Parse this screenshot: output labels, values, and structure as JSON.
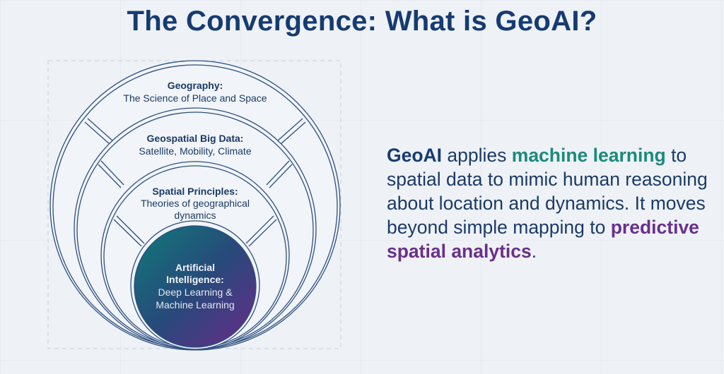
{
  "title": "The Convergence: What is GeoAI?",
  "diagram": {
    "rings": [
      {
        "heading": "Geography:",
        "subtitle": "The Science of Place and Space"
      },
      {
        "heading": "Geospatial Big Data:",
        "subtitle": "Satellite, Mobility, Climate"
      },
      {
        "heading": "Spatial Principles:",
        "subtitle_line1": "Theories of geographical",
        "subtitle_line2": "dynamics"
      }
    ],
    "core": {
      "heading_line1": "Artificial",
      "heading_line2": "Intelligence:",
      "subtitle_line1": "Deep Learning &",
      "subtitle_line2": "Machine Learning"
    }
  },
  "description": {
    "part1": "GeoAI",
    "part2": " applies ",
    "part3": "machine learning",
    "part4": " to spatial data to mimic human reasoning about location and dynamics. It moves beyond simple mapping to ",
    "part5": "predictive spatial analytics",
    "part6": "."
  },
  "colors": {
    "navy": "#163b72",
    "teal": "#1a8a7c",
    "purple": "#6a2f8a",
    "background": "#eef2f7"
  }
}
